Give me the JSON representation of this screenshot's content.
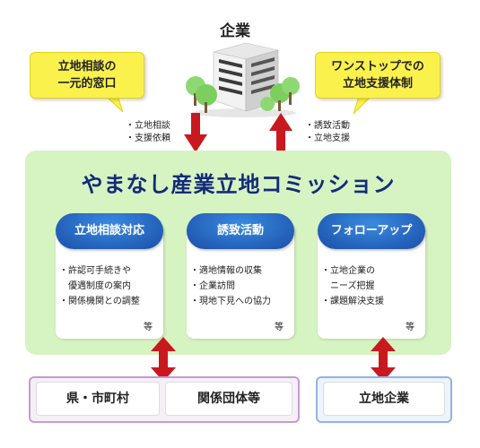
{
  "company": {
    "title": "企業"
  },
  "callouts": {
    "left": [
      "立地相談の",
      "一元的窓口"
    ],
    "right": [
      "ワンストップでの",
      "立地支援体制"
    ]
  },
  "flow": {
    "down": [
      "立地相談",
      "支援依頼"
    ],
    "up": [
      "誘致活動",
      "立地支援"
    ]
  },
  "commission": {
    "title": "やまなし産業立地コミッション",
    "panels": [
      {
        "header": "立地相談対応",
        "items": [
          "許認可手続きや",
          "優遇制度の案内",
          "関係機関との調整"
        ],
        "etc": "等"
      },
      {
        "header": "誘致活動",
        "items": [
          "適地情報の収集",
          "企業訪問",
          "現地下見への協力"
        ],
        "etc": "等"
      },
      {
        "header": "フォローアップ",
        "items": [
          "立地企業の",
          "ニーズ把握",
          "課題解決支援"
        ],
        "etc": "等"
      }
    ]
  },
  "bottom": {
    "left": [
      "県・市町村",
      "関係団体等"
    ],
    "right": "立地企業"
  },
  "colors": {
    "callout": "#fbf14d",
    "commission_bg": "#d6f3c2",
    "title": "#142b7a",
    "pill": "#1a4fa8",
    "arrow": "#c8191e",
    "bottom_left_border": "#c89ad0",
    "bottom_right_border": "#8fb4e8"
  }
}
